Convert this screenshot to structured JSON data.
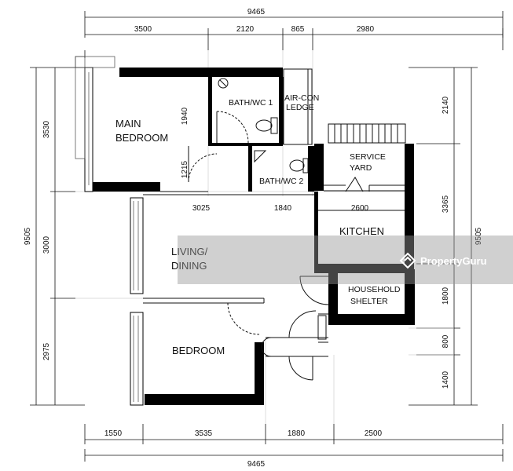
{
  "dimensions": {
    "top_total": "9465",
    "top_segments": [
      "3500",
      "2120",
      "865",
      "2980"
    ],
    "bottom_total": "9465",
    "bottom_segments": [
      "1550",
      "3535",
      "1880",
      "2500"
    ],
    "left_total": "9505",
    "left_segments": [
      "3530",
      "3000",
      "2975"
    ],
    "right_total": "9505",
    "right_segments": [
      "2140",
      "3365",
      "1800",
      "800",
      "1400"
    ],
    "inner_main_bedroom_top": "1940",
    "inner_main_bedroom_bottom": "1215",
    "inner_living_width": "3025",
    "inner_bath_width": "1840",
    "inner_kitchen_width": "2600"
  },
  "rooms": {
    "main_bedroom": [
      "MAIN",
      "BEDROOM"
    ],
    "bath_wc_1": "BATH/WC 1",
    "aircon_ledge": [
      "AIR-CON",
      "LEDGE"
    ],
    "bath_wc_2": "BATH/WC 2",
    "service_yard": [
      "SERVICE",
      "YARD"
    ],
    "kitchen": "KITCHEN",
    "living_dining": [
      "LIVING/",
      "DINING"
    ],
    "household_shelter": [
      "HOUSEHOLD",
      "SHELTER"
    ],
    "bedroom": "BEDROOM"
  },
  "watermark": {
    "brand": "PropertyGuru",
    "icon": "propertyguru-logo-icon"
  }
}
